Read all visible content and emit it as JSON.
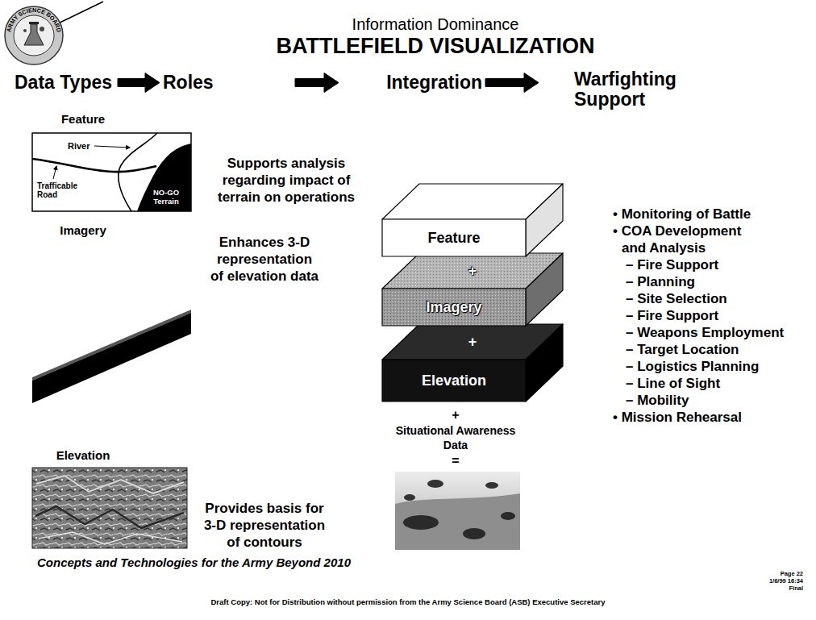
{
  "diagram": {
    "title": "BATTLEFIELD VISUALIZATION",
    "nodes": [
      {
        "text": [
          "Data Types"
        ]
      },
      {
        "text": [
          "Roles"
        ]
      },
      {
        "text": [
          "Integration"
        ]
      },
      {
        "text": [
          "Warfighting Support"
        ]
      },
      {
        "text": [
          "Feature"
        ]
      },
      {
        "text": [
          "+",
          "Imagery"
        ]
      },
      {
        "text": [
          "+",
          "Elevation"
        ]
      }
    ],
    "edges": [
      {
        "from": 0,
        "to": 1,
        "arrow": "to"
      },
      {
        "from": 1,
        "to": 2,
        "arrow": "to"
      },
      {
        "from": 2,
        "to": 3,
        "arrow": "to"
      }
    ],
    "labels": [
      "Information Dominance",
      "ARMY SCIENCE BOARD",
      "Feature",
      "River",
      "Trafficable Road",
      "NO-GO Terrain",
      "Supports analysis regarding impact of terrain on operations",
      "Imagery",
      "Enhances 3-D representation of elevation data",
      "Elevation",
      "Provides basis for 3-D representation of contours",
      "+",
      "Situational Awareness Data",
      "=",
      "• Monitoring of Battle",
      "• COA Development and Analysis",
      "– Fire Support",
      "– Planning",
      "– Site Selection",
      "– Fire Support",
      "– Weapons Employment",
      "– Target Location",
      "– Logistics Planning",
      "– Line of Sight",
      "– Mobility",
      "• Mission Rehearsal",
      "Concepts and Technologies for the Army Beyond 2010",
      "Page 22",
      "1/6/99 16:34",
      "Final",
      "Draft Copy: Not for Distribution without permission from the Army Science Board (ASB) Executive Secretary"
    ]
  }
}
